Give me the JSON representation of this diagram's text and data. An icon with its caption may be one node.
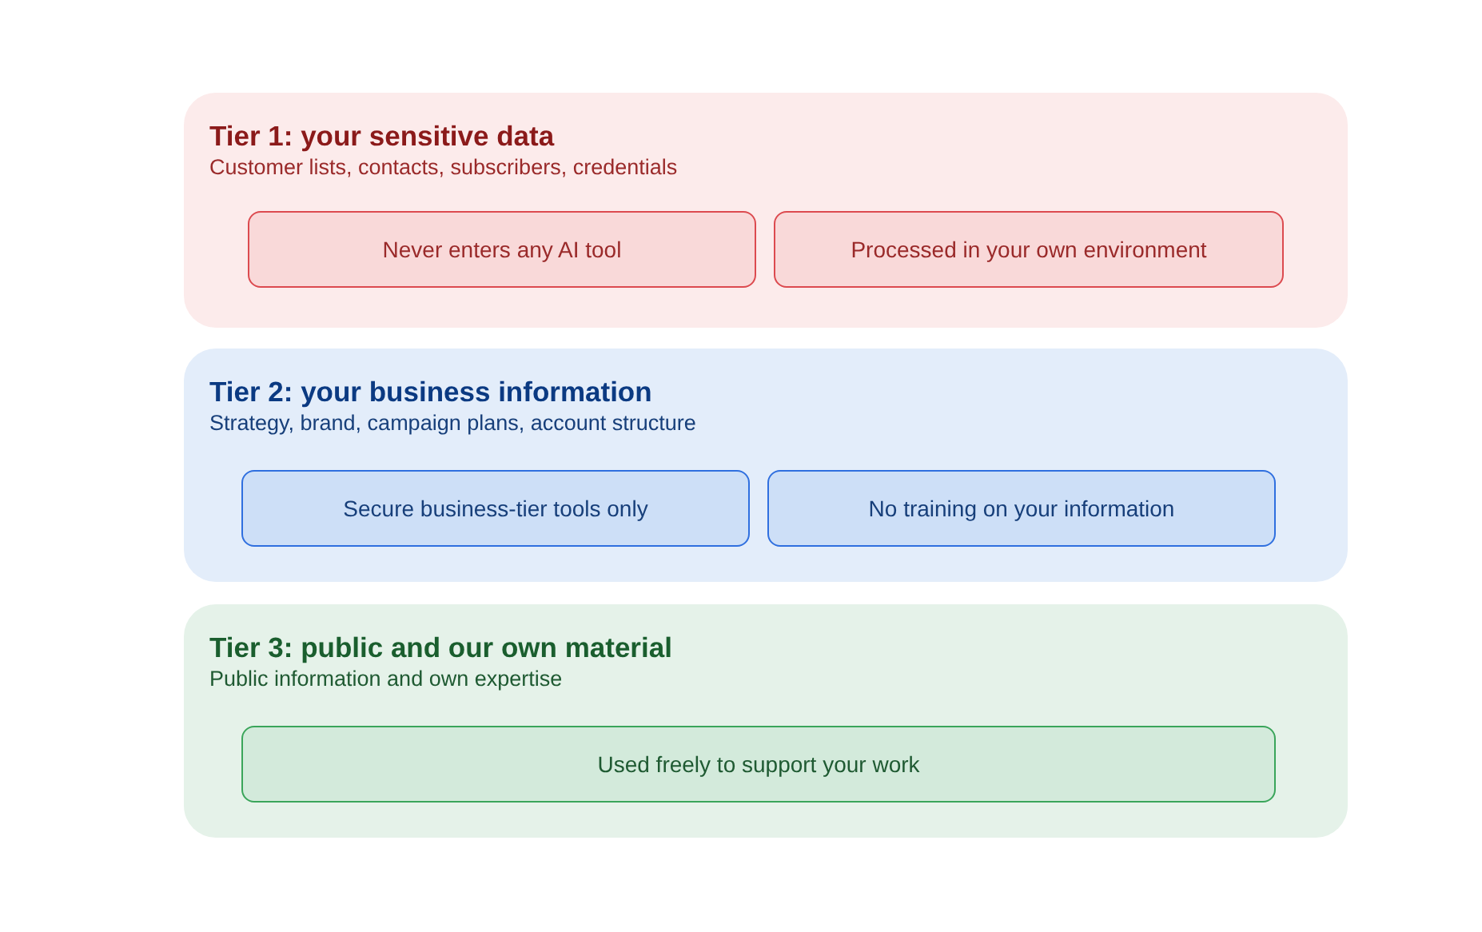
{
  "diagram": {
    "nodes": [
      {
        "text": [
          "Tier 1: your sensitive data",
          "Customer lists, contacts, subscribers, credentials"
        ]
      },
      {
        "text": [
          "Never enters any AI tool"
        ],
        "in": 0
      },
      {
        "text": [
          "Processed in your own environment"
        ],
        "in": 0
      },
      {
        "text": [
          "Tier 2: your business information",
          "Strategy, brand, campaign plans, account structure"
        ]
      },
      {
        "text": [
          "Secure business-tier tools only"
        ],
        "in": 3
      },
      {
        "text": [
          "No training on your information"
        ],
        "in": 3
      },
      {
        "text": [
          "Tier 3: public and our own material",
          "Public information and own expertise"
        ]
      },
      {
        "text": [
          "Used freely to support your work"
        ],
        "in": 6
      }
    ]
  }
}
